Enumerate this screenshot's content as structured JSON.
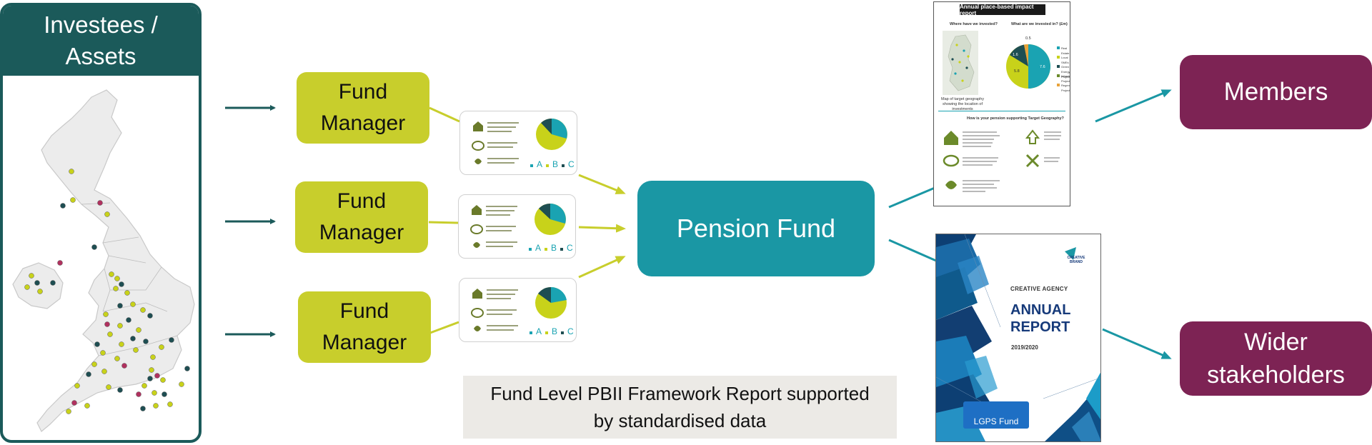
{
  "investees": {
    "line1": "Investees /",
    "line2": "Assets"
  },
  "fund_managers": [
    {
      "line1": "Fund",
      "line2": "Manager"
    },
    {
      "line1": "Fund",
      "line2": "Manager"
    },
    {
      "line1": "Fund",
      "line2": "Manager"
    }
  ],
  "mini_report": {
    "legend": [
      "A",
      "B",
      "C"
    ]
  },
  "pension_fund": "Pension Fund",
  "caption": {
    "line1": "Fund Level PBII Framework Report supported",
    "line2": "by standardised data"
  },
  "impact_report": {
    "title": "Annual place-based impact report",
    "where_heading": "Where have we invested?",
    "what_heading": "What are we invested in? (£m)",
    "map_caption": "Map of target geography showing the location of investments",
    "support_heading": "How is your pension supporting Target Geography?",
    "legend": [
      "Real Estate",
      "Local SMEs",
      "Green Energy Projects",
      "Infrastructure Projects",
      "Regeneration Projects"
    ],
    "pie_labels": [
      "0.5",
      "1.6",
      "5.8",
      "7.6"
    ]
  },
  "annual_report": {
    "brand": "CREATIVE BRAND",
    "agency": "CREATIVE AGENCY",
    "title_line1": "ANNUAL",
    "title_line2": "REPORT",
    "year": "2019/2020",
    "fund_button": "LGPS Fund"
  },
  "members": "Members",
  "wider": {
    "line1": "Wider",
    "line2": "stakeholders"
  },
  "colors": {
    "dark_teal": "#1b5a5a",
    "lime": "#c8ce2c",
    "teal": "#1a97a4",
    "plum": "#7d2354",
    "map_land": "#ececec",
    "dot_lime": "#c8d21a",
    "dot_plum": "#b0315f",
    "dot_dark": "#1e4e52"
  }
}
